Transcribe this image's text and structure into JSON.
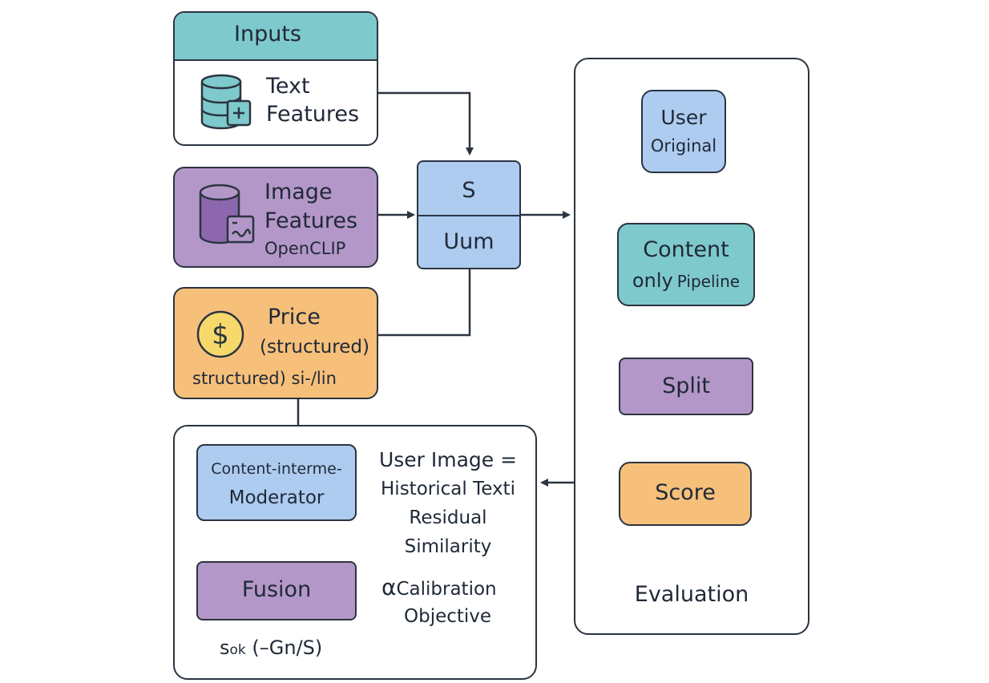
{
  "inputs": {
    "header": "Inputs",
    "text_features": {
      "line1": "Text",
      "line2": "Features"
    },
    "image_features": {
      "line1": "Image",
      "line2": "Features",
      "line3": "OpenCLIP"
    },
    "price": {
      "line1": "Price",
      "line2": "(structured)",
      "line3": "structured) si-/lin"
    }
  },
  "sum_block": {
    "top": "S",
    "bottom": "Uum"
  },
  "evaluation": {
    "title": "Evaluation",
    "user_original": {
      "line1": "User",
      "line2": "Original"
    },
    "content_pipeline": {
      "line1": "Content",
      "line2a": "only",
      "line2b": "Pipeline"
    },
    "split": "Split",
    "score": "Score"
  },
  "bottom": {
    "moderator": {
      "line1": "Content-interme-",
      "line2": "Moderator"
    },
    "fusion": "Fusion",
    "formula_a": "s",
    "formula_sub": "ok",
    "formula_b": " (–Gn/S)",
    "similarity": {
      "line1": "User Image =",
      "line2": "Historical Texti",
      "line3": "Residual",
      "line4": "Similarity"
    },
    "calibration": {
      "alpha": "α",
      "line1": "Calibration",
      "line2": "Objective"
    }
  },
  "colors": {
    "teal": "#7ec9cc",
    "purple": "#b497c9",
    "orange": "#f6c07b",
    "blue": "#aecbf0",
    "stroke": "#2b3440",
    "coin": "#f7d96b"
  },
  "icons": [
    "database-plus-icon",
    "database-image-icon",
    "dollar-coin-icon"
  ]
}
